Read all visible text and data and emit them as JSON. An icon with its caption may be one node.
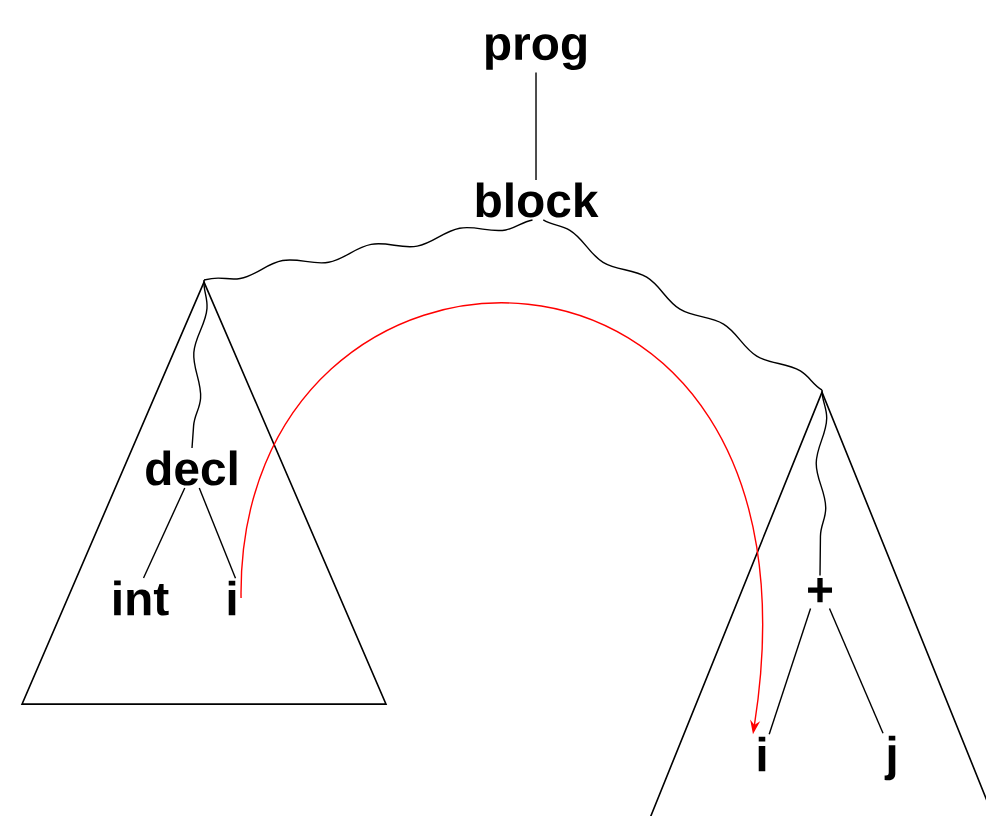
{
  "diagram": {
    "nodes": [
      {
        "text": [
          "prog"
        ]
      },
      {
        "text": [
          "block"
        ]
      },
      {
        "text": [],
        "shape": "triangle"
      },
      {
        "text": [
          "decl"
        ],
        "in": 2
      },
      {
        "text": [
          "int"
        ],
        "in": 2
      },
      {
        "text": [
          "i"
        ],
        "in": 2
      },
      {
        "text": [],
        "shape": "triangle"
      },
      {
        "text": [
          "+"
        ],
        "in": 6
      },
      {
        "text": [
          "i"
        ],
        "in": 6
      },
      {
        "text": [
          "j"
        ],
        "in": 6
      }
    ],
    "edges": [
      {
        "from": 0,
        "to": 1,
        "arrow": "none"
      },
      {
        "from": 1,
        "to": 2,
        "arrow": "none"
      },
      {
        "from": 2,
        "to": 3,
        "arrow": "none"
      },
      {
        "from": 3,
        "to": 4,
        "arrow": "none"
      },
      {
        "from": 3,
        "to": 5,
        "arrow": "none"
      },
      {
        "from": 1,
        "to": 6,
        "arrow": "none"
      },
      {
        "from": 6,
        "to": 7,
        "arrow": "none"
      },
      {
        "from": 7,
        "to": 8,
        "arrow": "none"
      },
      {
        "from": 7,
        "to": 9,
        "arrow": "none"
      },
      {
        "from": 5,
        "to": 8,
        "arrow": "to",
        "color": "#ff0000"
      }
    ]
  }
}
